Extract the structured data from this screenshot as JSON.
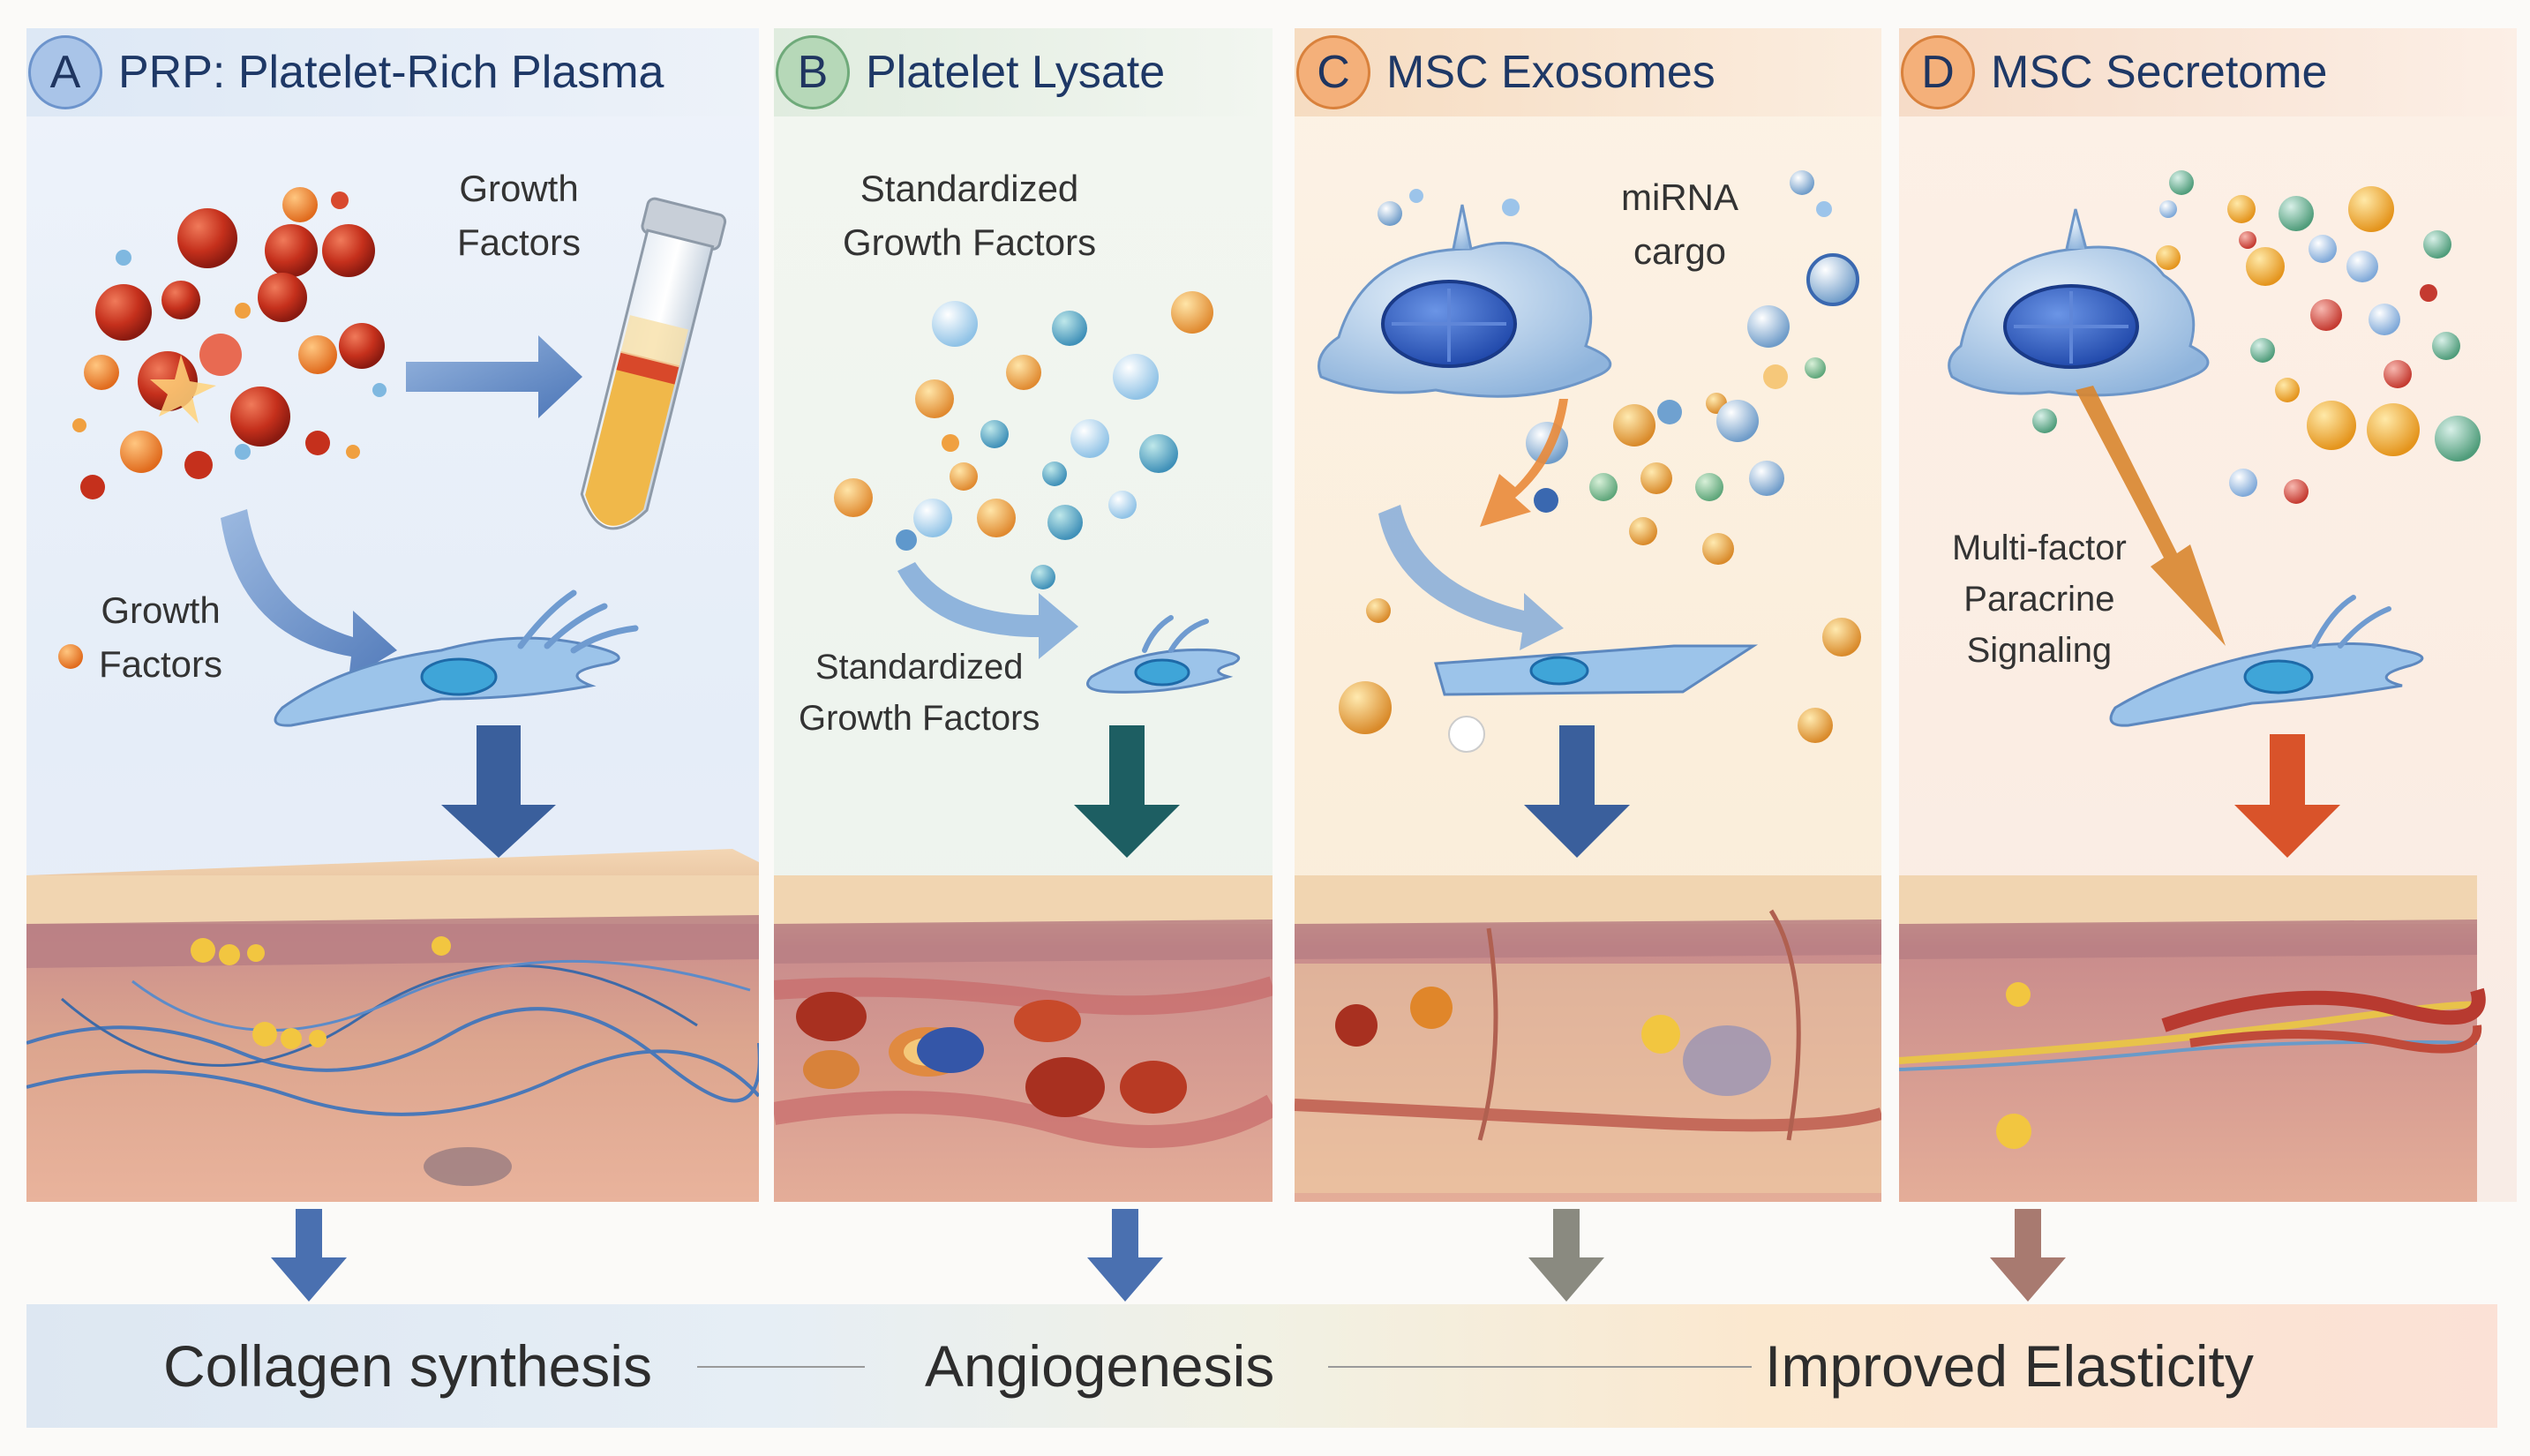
{
  "panels": [
    {
      "letter": "A",
      "title": "PRP: Platelet-Rich Plasma",
      "accent": "#3e6fb8",
      "labels": {
        "tube": "Growth\nFactors",
        "cell": "Growth\nFactors"
      }
    },
    {
      "letter": "B",
      "title": "Platelet Lysate",
      "accent": "#4f9a6a",
      "labels": {
        "top": "Standardized\nGrowth Factors",
        "cell": "Standardized\nGrowth Factors"
      }
    },
    {
      "letter": "C",
      "title": "MSC Exosomes",
      "accent": "#e8883a",
      "labels": {
        "cargo": "miRNA\ncargo"
      }
    },
    {
      "letter": "D",
      "title": "MSC Secretome",
      "accent": "#e07a3a",
      "labels": {
        "signal": "Multi-factor\nParacrine\nSignaling"
      }
    }
  ],
  "outcomes": [
    "Collagen synthesis",
    "Angiogenesis",
    "Improved Elasticity"
  ],
  "colors": {
    "blue_arrow": "#3a5f9c",
    "teal_arrow": "#1d5e62",
    "orange_arrow": "#d9532a",
    "grey_arrow": "#8a8a80",
    "brown_arrow": "#a87a70",
    "red_cell": "#c23a22",
    "cell_body": "#8fb8e0",
    "nucleus": "#2e5bb8"
  }
}
